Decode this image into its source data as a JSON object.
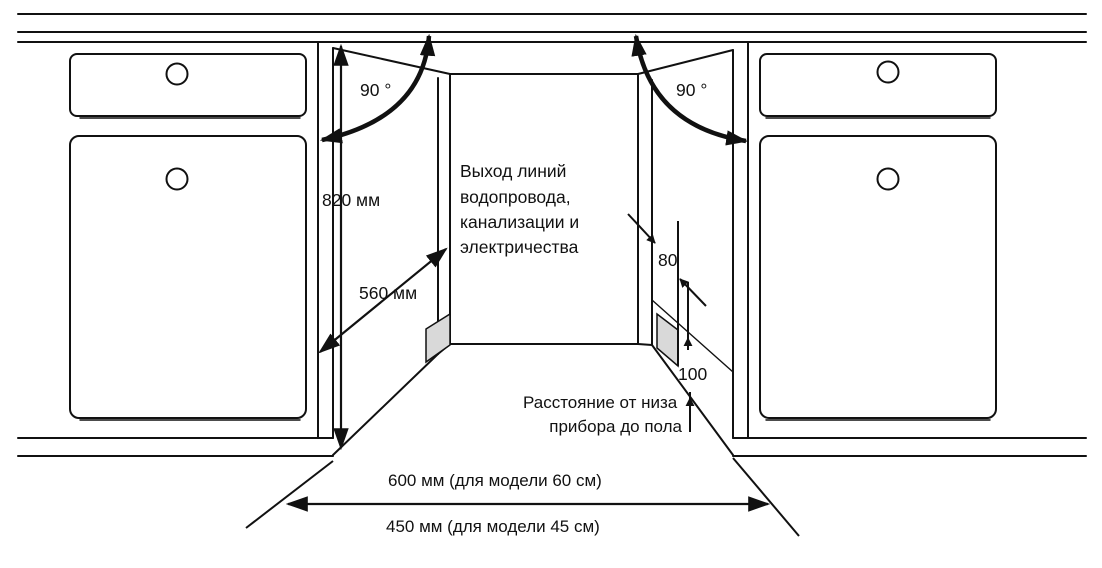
{
  "labels": {
    "angle_left": "90 °",
    "angle_right": "90 °",
    "height_820": "820 мм",
    "depth_560": "560 мм",
    "utility_note": [
      "Выход линий",
      "водопровода,",
      "канализации и",
      "электричества"
    ],
    "dim_80": "80",
    "dim_100": "100",
    "floor_note": [
      "Расстояние от низа",
      "прибора до пола"
    ],
    "width_600": "600 мм (для модели 60 см)",
    "width_450": "450 мм (для модели 45 см)"
  },
  "colors": {
    "line": "#111111",
    "panel_shade": "#d9d9d9"
  }
}
